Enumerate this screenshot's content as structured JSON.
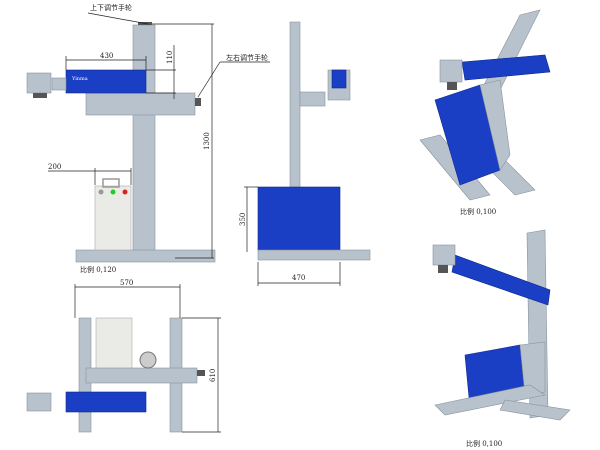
{
  "labels": {
    "updown_handwheel": "上下调节手轮",
    "leftright_handwheel": "左右调节手轮",
    "brand": "Yinma"
  },
  "dimensions": {
    "arm_length": "430",
    "arm_offset": "110",
    "total_height": "1300",
    "controller_width": "200",
    "box_height": "350",
    "box_width": "470",
    "base_width": "570",
    "base_depth": "610"
  },
  "scales": {
    "front_view": "比例 0,120",
    "iso_view_top": "比例 0,100",
    "iso_view_bottom": "比例 0,100"
  },
  "colors": {
    "laser_blue": "#1a3ec4",
    "frame_gray": "#b7c2cc",
    "led_green": "#22cc22",
    "led_red": "#e02020"
  }
}
